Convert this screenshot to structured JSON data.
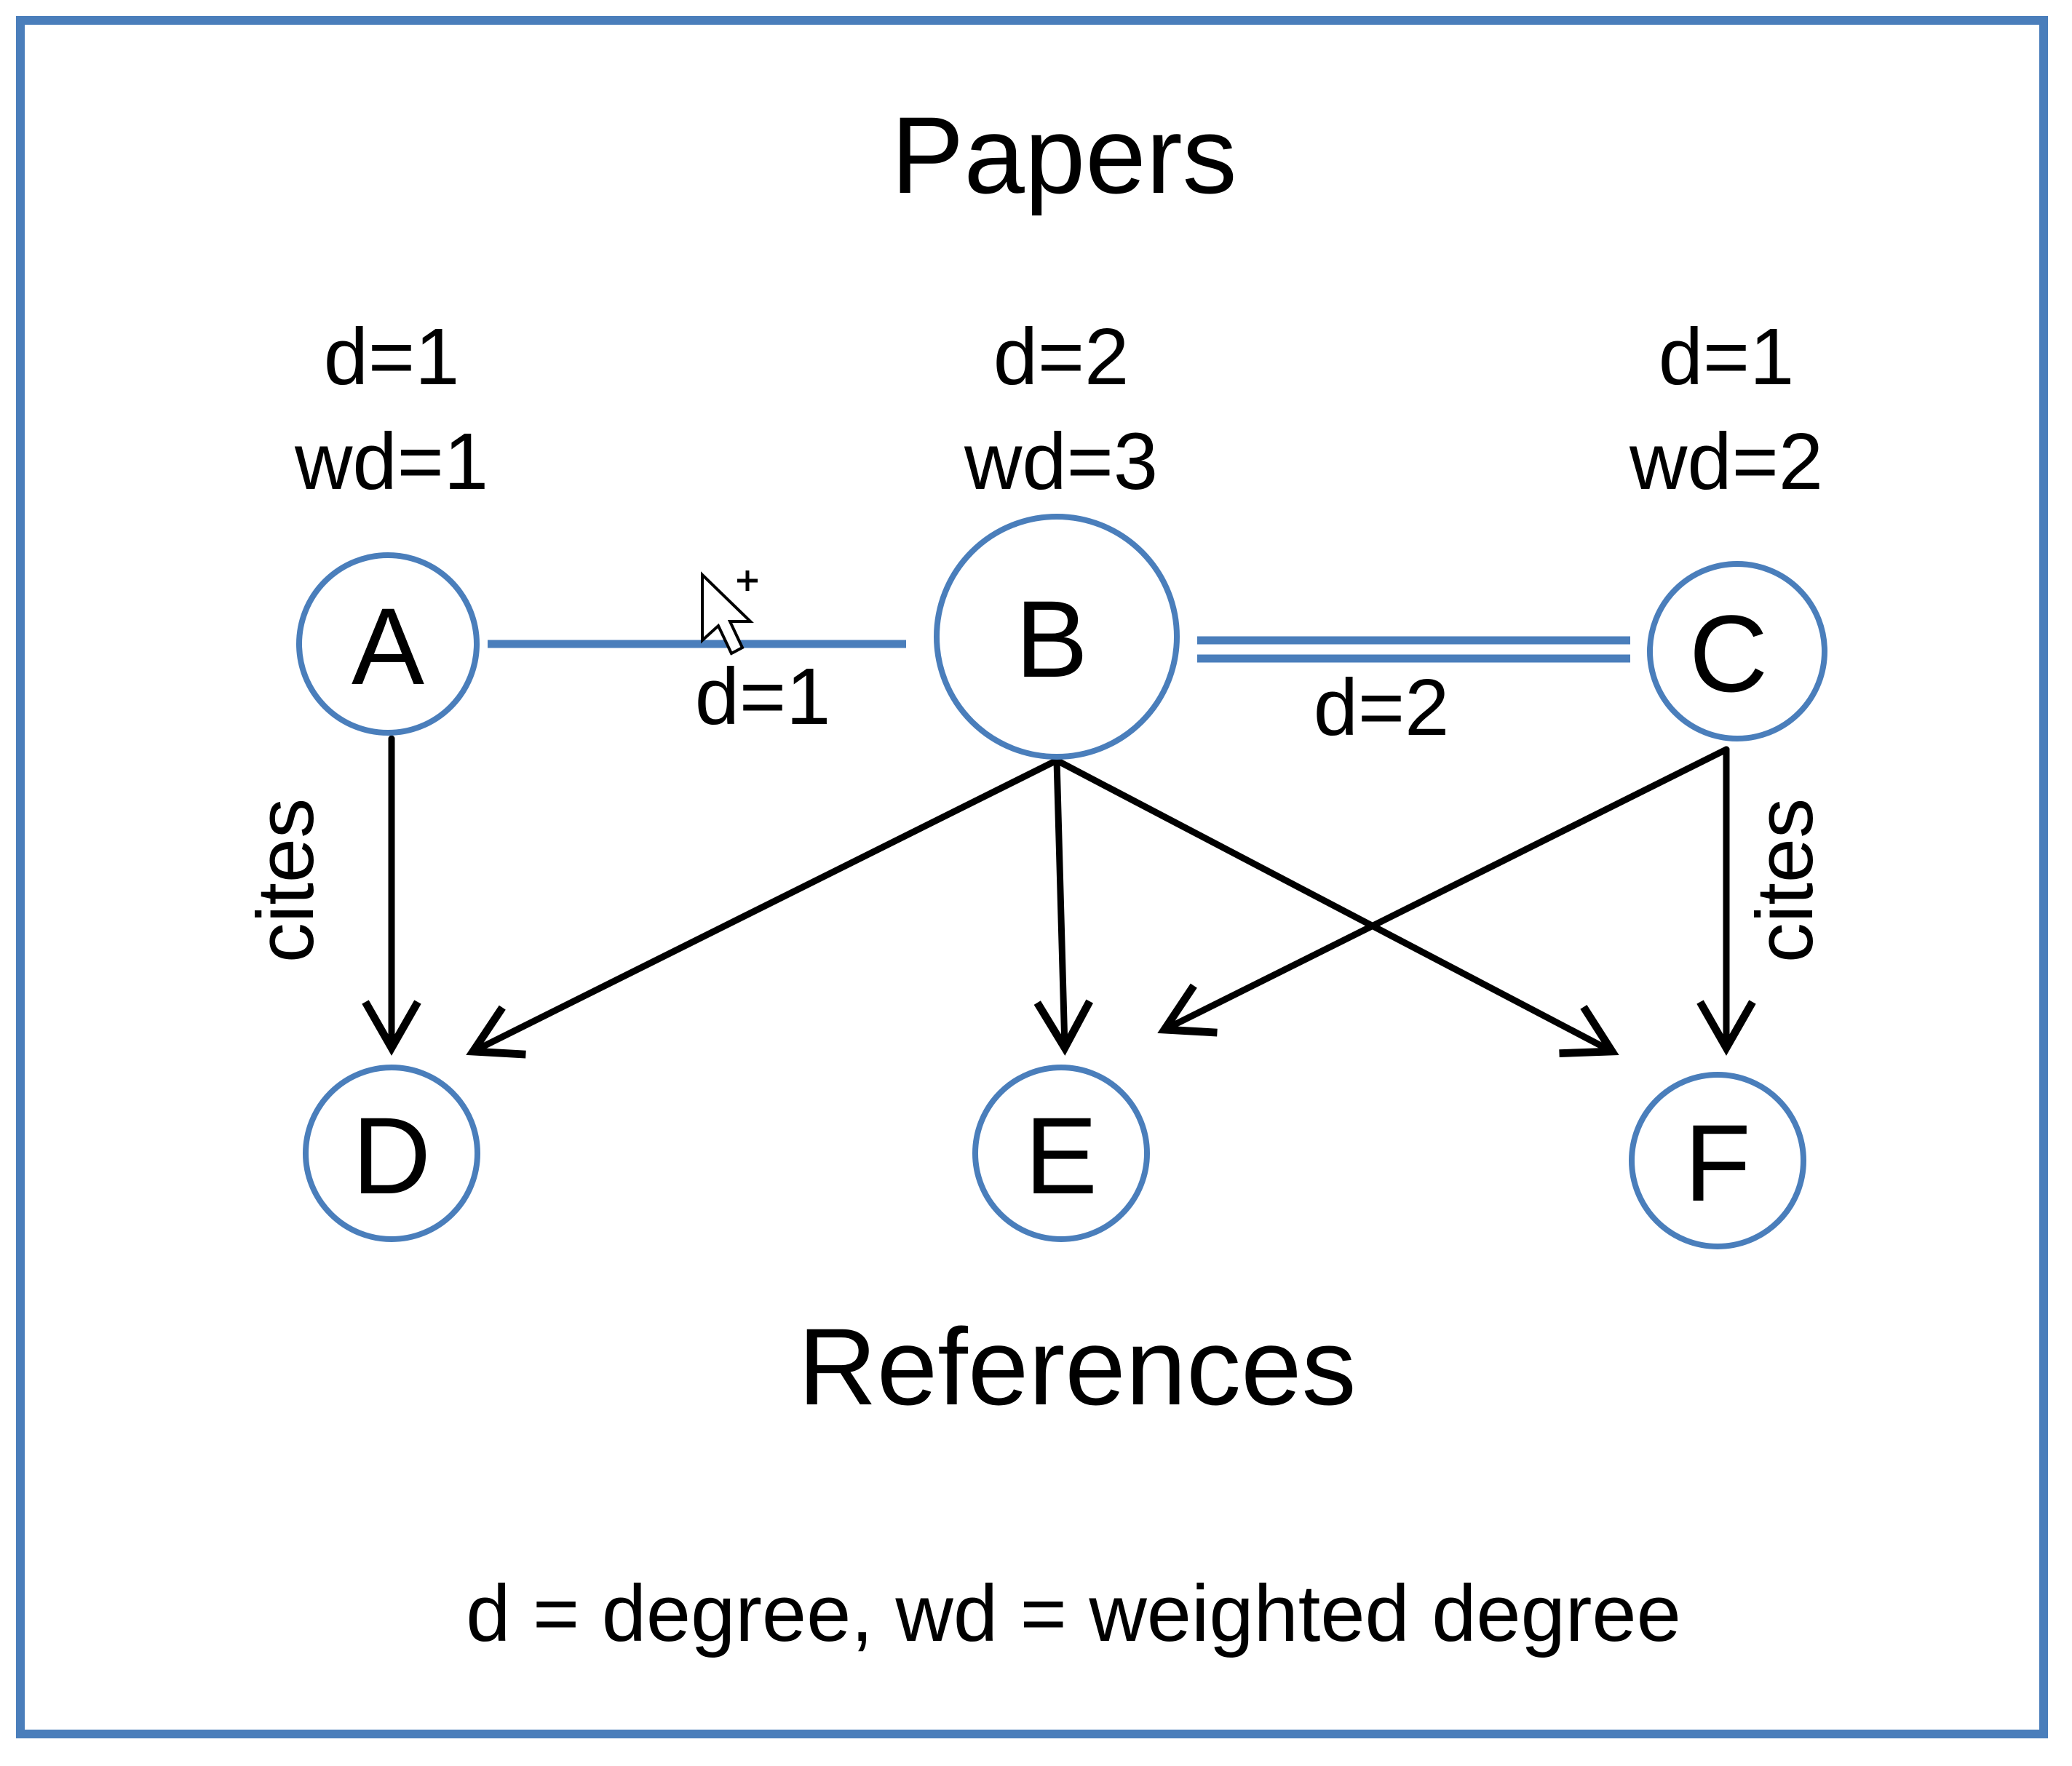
{
  "title": "Papers",
  "bottom_label": "References",
  "footnote": "d = degree, wd = weighted degree",
  "papers": [
    {
      "id": "A",
      "d": "d=1",
      "wd": "wd=1"
    },
    {
      "id": "B",
      "d": "d=2",
      "wd": "wd=3"
    },
    {
      "id": "C",
      "d": "d=1",
      "wd": "wd=2"
    }
  ],
  "references": [
    {
      "id": "D"
    },
    {
      "id": "E"
    },
    {
      "id": "F"
    }
  ],
  "edges": [
    {
      "from": "A",
      "to": "B",
      "label": "d=1"
    },
    {
      "from": "B",
      "to": "C",
      "label": "d=2"
    }
  ],
  "citations": [
    {
      "from": "A",
      "to": "D"
    },
    {
      "from": "B",
      "to": "D"
    },
    {
      "from": "B",
      "to": "E"
    },
    {
      "from": "B",
      "to": "F"
    },
    {
      "from": "C",
      "to": "E"
    },
    {
      "from": "C",
      "to": "F"
    }
  ],
  "cites_labels": [
    "cites",
    "cites"
  ],
  "colors": {
    "node_stroke": "#4a7ebb",
    "edge": "#4a7ebb",
    "arrow": "#000000",
    "frame": "#4a7ebb"
  }
}
